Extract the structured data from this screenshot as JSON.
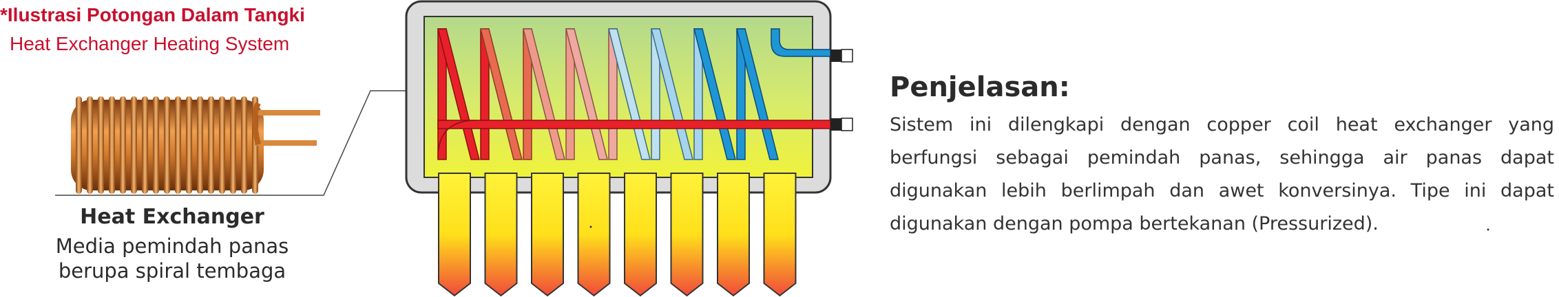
{
  "header": {
    "title": "*Ilustrasi Potongan Dalam Tangki",
    "subtitle": "Heat Exchanger Heating System"
  },
  "heat_exchanger": {
    "title": "Heat Exchanger",
    "description_line1": "Media pemindah panas",
    "description_line2": "berupa spiral tembaga"
  },
  "explanation": {
    "title": "Penjelasan:",
    "body": "Sistem ini dilengkapi dengan copper coil heat exchanger yang berfungsi sebagai pemindah panas, sehingga air panas dapat digunakan lebih berlimpah dan awet konversinya. Tipe ini dapat digunakan dengan pompa bertekanan (Pressurized)."
  },
  "colors": {
    "accent_red": "#c8102e",
    "text_dark": "#2b2b2b",
    "pipe_hot": "#e8202a",
    "pipe_cold": "#1e96d6",
    "copper": "#c8732a"
  },
  "tube_count": 8
}
